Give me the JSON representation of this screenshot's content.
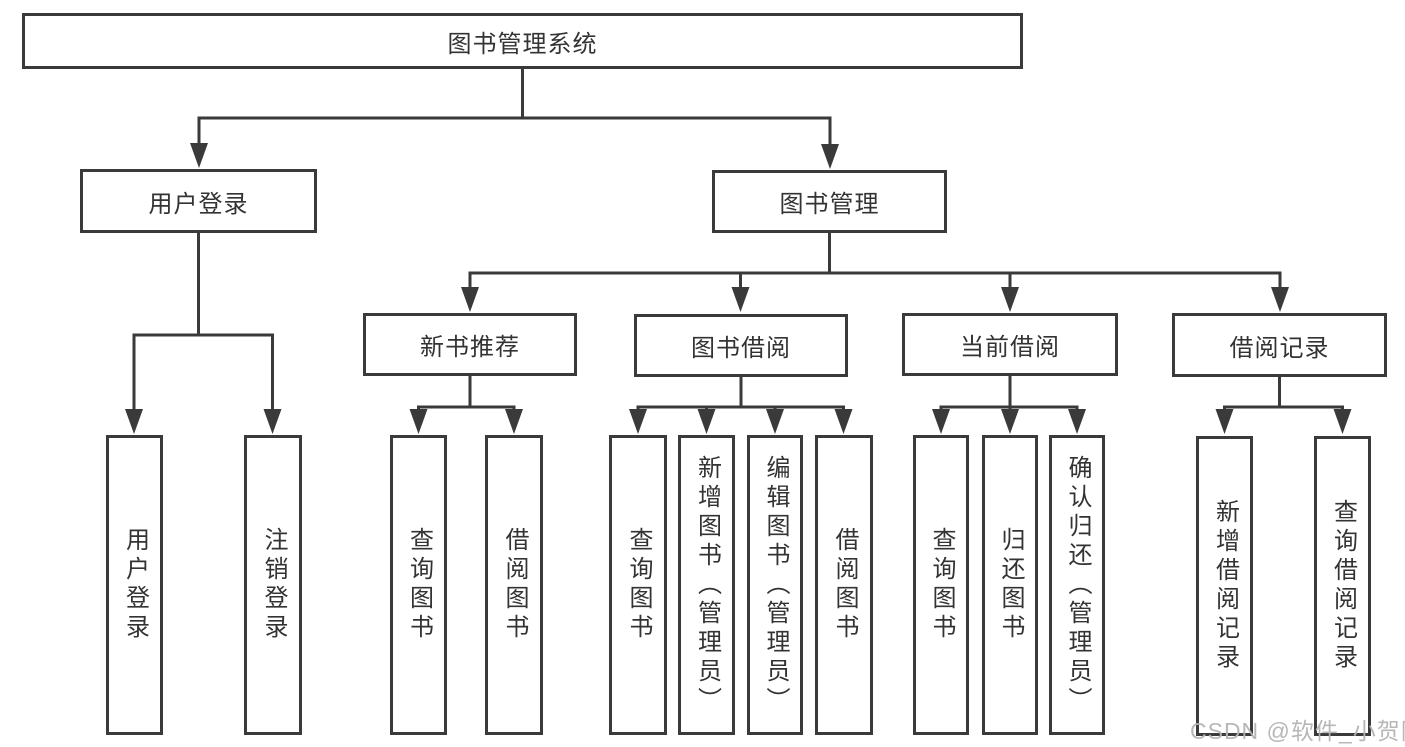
{
  "diagram": {
    "root": "图书管理系统",
    "level2": {
      "user_login": "用户登录",
      "book_mgmt": "图书管理"
    },
    "level3": {
      "new_books": "新书推荐",
      "borrowing": "图书借阅",
      "current": "当前借阅",
      "records": "借阅记录"
    },
    "leaves": {
      "user_login": [
        "用户登录",
        "注销登录"
      ],
      "new_books": [
        "查询图书",
        "借阅图书"
      ],
      "borrowing": [
        "查询图书",
        "新增图书（管理员）",
        "编辑图书（管理员）",
        "借阅图书"
      ],
      "current": [
        "查询图书",
        "归还图书",
        "确认归还（管理员）"
      ],
      "records": [
        "新增借阅记录",
        "查询借阅记录"
      ]
    }
  },
  "watermark": "CSDN @软件_小贺同学",
  "colors": {
    "line": "#3a3a3a",
    "box_border": "#3a3a3a",
    "text": "#333333",
    "watermark": "#b4b4b4",
    "background": "#ffffff"
  }
}
